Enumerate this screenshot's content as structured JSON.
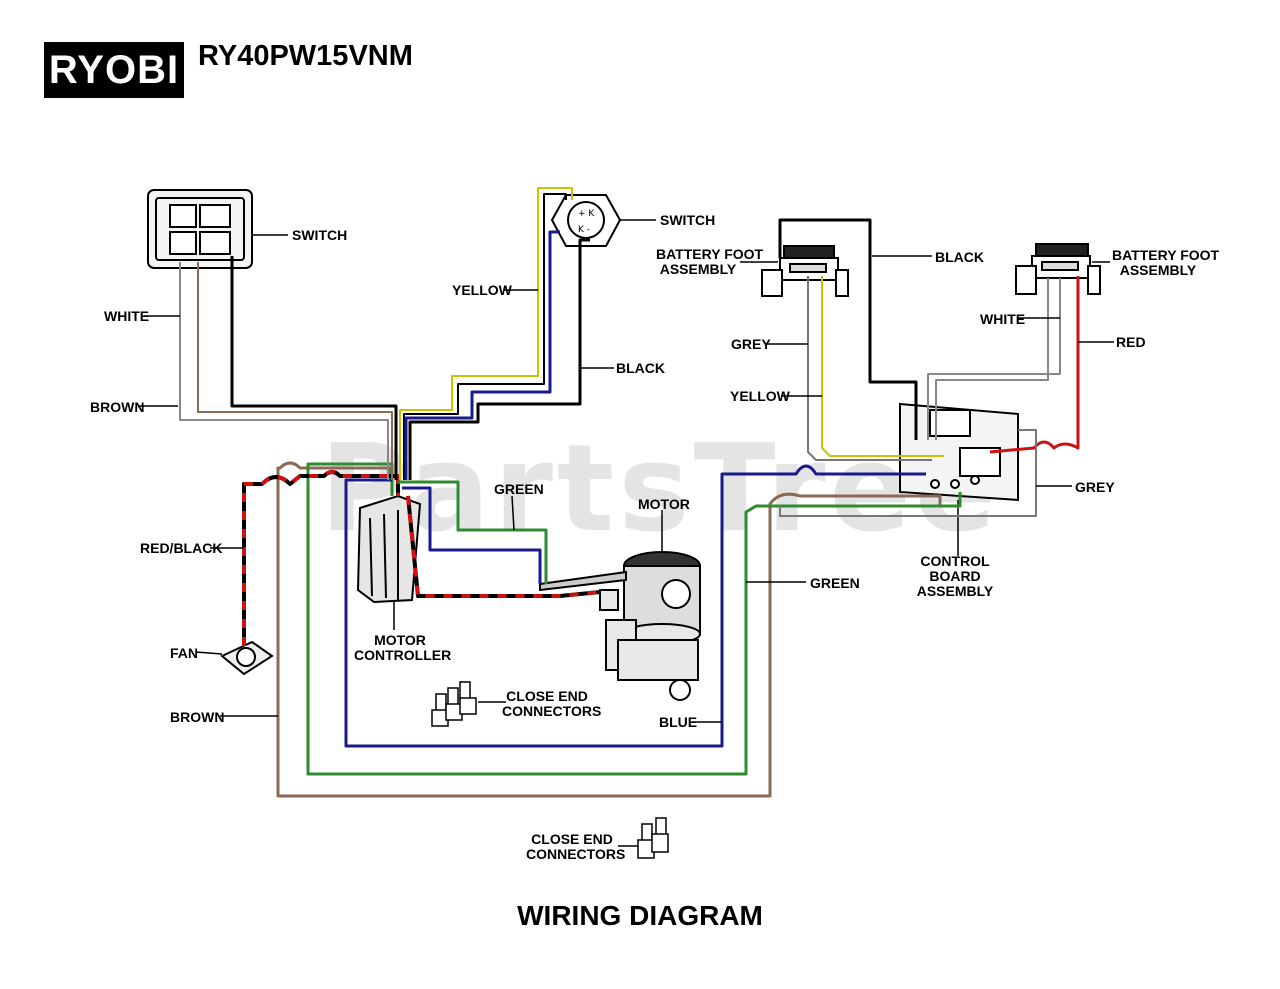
{
  "header": {
    "logo_text": "RYOBI",
    "model": "RY40PW15VNM"
  },
  "watermark": "PartsTree",
  "title": "WIRING DIAGRAM",
  "labels": {
    "switch_left": "SWITCH",
    "switch_right": "SWITCH",
    "white_left": "WHITE",
    "brown_left": "BROWN",
    "yellow_mid": "YELLOW",
    "black_mid": "BLACK",
    "battery_foot_left": [
      "BATTERY FOOT",
      "ASSEMBLY"
    ],
    "battery_foot_right": [
      "BATTERY FOOT",
      "ASSEMBLY"
    ],
    "black_right": "BLACK",
    "white_right": "WHITE",
    "red_right": "RED",
    "grey_left": "GREY",
    "yellow_right": "YELLOW",
    "grey_right": "GREY",
    "control_board": [
      "CONTROL",
      "BOARD",
      "ASSEMBLY"
    ],
    "green_mid": "GREEN",
    "motor": "MOTOR",
    "red_black": "RED/BLACK",
    "green_right": "GREEN",
    "motor_controller": [
      "MOTOR",
      "CONTROLLER"
    ],
    "fan": "FAN",
    "close_end_1": [
      "CLOSE END",
      "CONNECTORS"
    ],
    "brown_bottom": "BROWN",
    "blue": "BLUE",
    "close_end_2": [
      "CLOSE END",
      "CONNECTORS"
    ]
  },
  "colors": {
    "black": "#000000",
    "white": "#888888",
    "brown": "#8b6a55",
    "yellow": "#c8c400",
    "blue": "#1a1a8c",
    "green": "#2e8b2e",
    "red": "#cc1111",
    "grey": "#777777"
  }
}
